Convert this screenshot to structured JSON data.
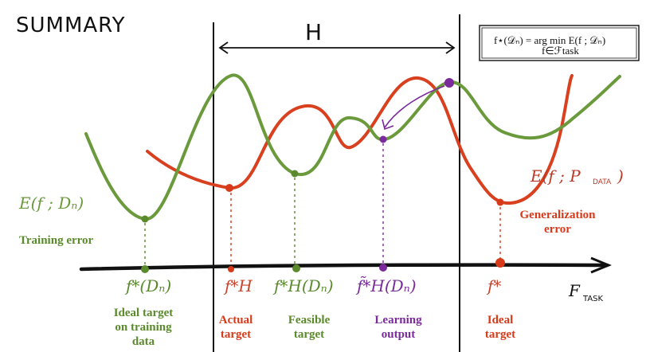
{
  "title": "SUMMARY",
  "h_label": "H",
  "formula": "f⋆(𝒟ₙ) = arg min E(f ; 𝒟ₙ)",
  "formula_sub": "f∈ℱtask",
  "f_task_label": "F",
  "f_task_sub": "TASK",
  "curves": {
    "training_label": "E(f ; Dₙ)",
    "generalization_label": "E(f ; P",
    "generalization_label_sub": "DATA",
    "generalization_label_close": ")"
  },
  "caption_training_error": "Training error",
  "caption_generalization_1": "Generalization",
  "caption_generalization_2": "error",
  "points": [
    {
      "math": "f*(Dₙ)",
      "l1": "Ideal target",
      "l2": "on training",
      "l3": "data",
      "color": "#5a8a2c"
    },
    {
      "math": "f*H",
      "l1": "Actual",
      "l2": "target",
      "l3": "",
      "color": "#d63a1a"
    },
    {
      "math": "f*H(Dₙ)",
      "l1": "Feasible",
      "l2": "target",
      "l3": "",
      "color": "#5a8a2c"
    },
    {
      "math": "f̃*H(Dₙ)",
      "l1": "Learning",
      "l2": "output",
      "l3": "",
      "color": "#7a2a9a"
    },
    {
      "math": "f*",
      "l1": "Ideal",
      "l2": "target",
      "l3": "",
      "color": "#d63a1a"
    }
  ],
  "colors": {
    "green": "#6a9a3c",
    "red": "#d8401f",
    "purple": "#7a2a9a",
    "ink": "#111111"
  }
}
